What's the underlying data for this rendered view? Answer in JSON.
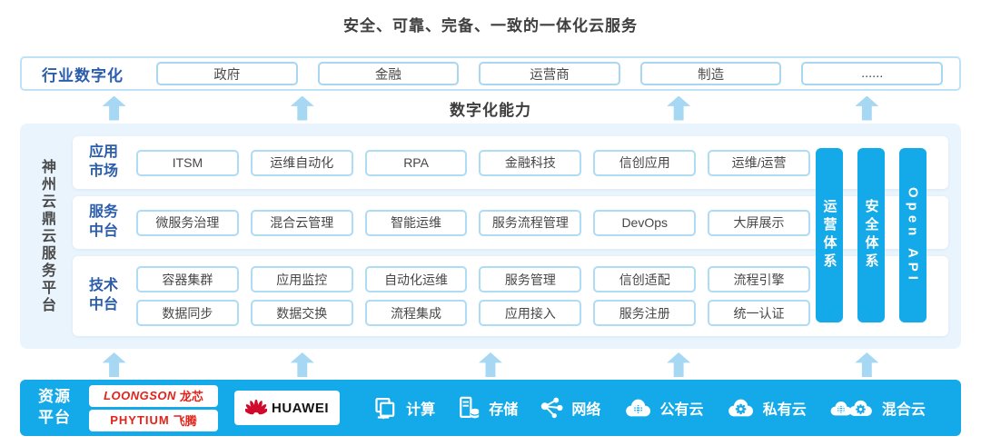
{
  "title": "安全、可靠、完备、一致的一体化云服务",
  "industry": {
    "label": "行业数字化",
    "items": [
      "政府",
      "金融",
      "运营商",
      "制造",
      "......"
    ]
  },
  "digital_capability_label": "数字化能力",
  "platform": {
    "name": "神州云鼎云服务平台",
    "sections": [
      {
        "label": "应用市场",
        "items": [
          "ITSM",
          "运维自动化",
          "RPA",
          "金融科技",
          "信创应用",
          "运维/运营"
        ]
      },
      {
        "label": "服务中台",
        "items": [
          "微服务治理",
          "混合云管理",
          "智能运维",
          "服务流程管理",
          "DevOps",
          "大屏展示"
        ]
      },
      {
        "label": "技术中台",
        "rows": [
          [
            "容器集群",
            "应用监控",
            "自动化运维",
            "服务管理",
            "信创适配",
            "流程引擎"
          ],
          [
            "数据同步",
            "数据交换",
            "流程集成",
            "应用接入",
            "服务注册",
            "统一认证"
          ]
        ]
      }
    ],
    "bars": [
      "运营体系",
      "安全体系",
      "Open API"
    ]
  },
  "resource": {
    "label": "资源平台",
    "vendors": [
      {
        "latin": "LOONGSON",
        "cn": "龙芯"
      },
      {
        "latin": "PHYTIUM",
        "cn": "飞腾"
      },
      {
        "latin": "HUAWEI",
        "cn": ""
      }
    ],
    "capabilities": [
      {
        "icon": "compute-icon",
        "label": "计算"
      },
      {
        "icon": "storage-icon",
        "label": "存储"
      },
      {
        "icon": "network-icon",
        "label": "网络"
      },
      {
        "icon": "public-cloud-icon",
        "label": "公有云"
      },
      {
        "icon": "private-cloud-icon",
        "label": "私有云"
      },
      {
        "icon": "hybrid-cloud-icon",
        "label": "混合云"
      }
    ]
  },
  "colors": {
    "accent_blue": "#14a9e8",
    "light_blue_arrow": "#a6d8f4",
    "light_blue_border": "#aedcf5",
    "panel_bg": "#e9f4fd",
    "label_blue": "#2b5dad",
    "logo_red": "#e2231a",
    "dark_text": "#3f3f3f"
  }
}
